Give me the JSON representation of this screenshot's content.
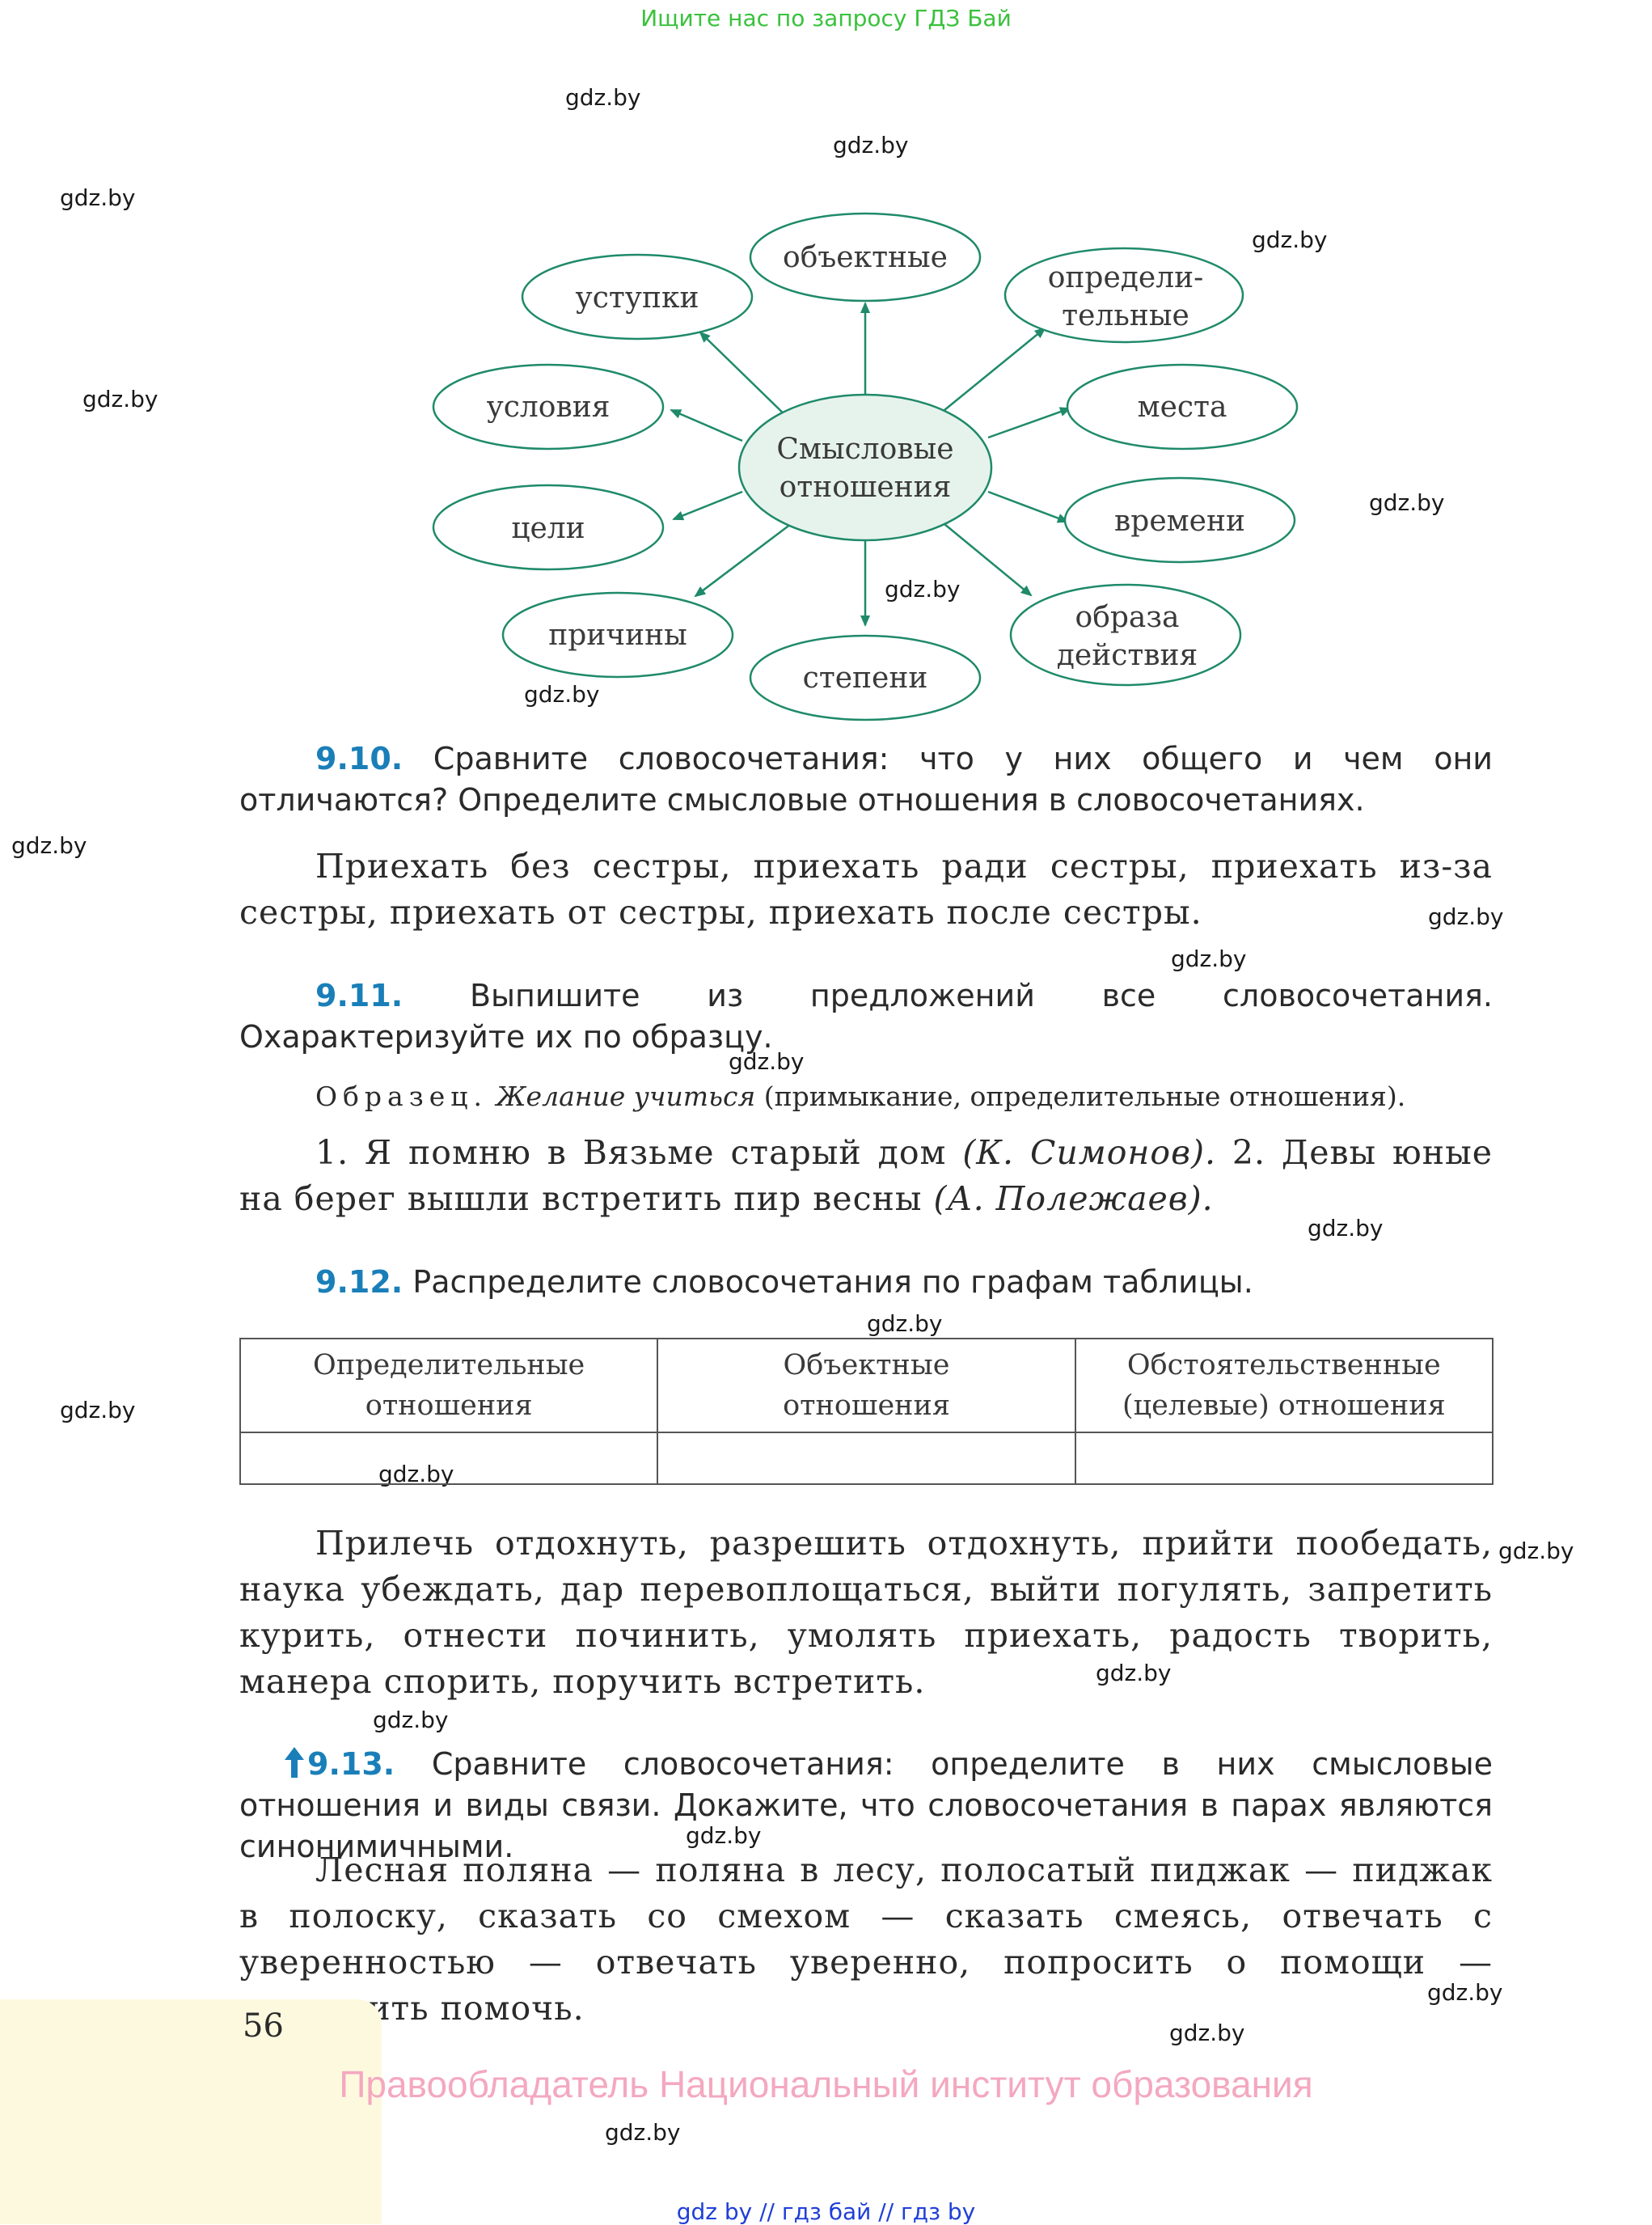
{
  "header": {
    "banner": "Ищите нас по запросу ГДЗ Бай"
  },
  "watermark": "gdz.by",
  "diagram": {
    "center": [
      "Смысловые",
      "отношения"
    ],
    "nodes": [
      {
        "lines": [
          "объектные"
        ]
      },
      {
        "lines": [
          "уступки"
        ]
      },
      {
        "lines": [
          "определи-",
          "тельные"
        ]
      },
      {
        "lines": [
          "условия"
        ]
      },
      {
        "lines": [
          "места"
        ]
      },
      {
        "lines": [
          "цели"
        ]
      },
      {
        "lines": [
          "времени"
        ]
      },
      {
        "lines": [
          "причины"
        ]
      },
      {
        "lines": [
          "степени"
        ]
      },
      {
        "lines": [
          "образа",
          "действия"
        ]
      }
    ],
    "colors": {
      "stroke": "#1f8a6a",
      "center_fill": "#e6f3ec"
    }
  },
  "tasks": {
    "t910": {
      "num": "9.10.",
      "text": "Сравните словосочетания: что у них общего и чем они отличаются? Определите смысловые отношения в словосочетаниях.",
      "body": "Приехать без сестры, приехать ради сестры, приехать из-за сестры, приехать от сестры, приехать после сестры."
    },
    "t911": {
      "num": "9.11.",
      "text": "Выпишите из предложений все словосочетания. Охарактеризуйте их по образцу.",
      "sample_label": "Образец.",
      "sample_phrase": "Желание учиться",
      "sample_note": "(примыкание, определительные отношения).",
      "s1_num": "1.",
      "s1_text": "Я помню в Вязьме старый дом",
      "s1_author": "(К. Симонов).",
      "s2_num": "2.",
      "s2_text": "Девы юные на берег вышли встретить пир весны",
      "s2_author": "(А. Полежаев)."
    },
    "t912": {
      "num": "9.12.",
      "text": "Распределите словосочетания по графам таблицы.",
      "table_headers": [
        [
          "Определительные",
          "отношения"
        ],
        [
          "Объектные",
          "отношения"
        ],
        [
          "Обстоятельственные",
          "(целевые) отношения"
        ]
      ],
      "body": "Прилечь отдохнуть, разрешить отдохнуть, прийти пообедать, наука убеждать, дар перевоплощаться, выйти погулять, запретить курить, отнести починить, умолять приехать, радость творить, манера спорить, поручить встретить."
    },
    "t913": {
      "num": "9.13.",
      "text": "Сравните словосочетания: определите в них смысловые отношения и виды связи. Докажите, что словосочетания в парах являются синонимичными.",
      "body": "Лесная поляна — поляна в лесу, полосатый пиджак — пиджак в полоску, сказать со смехом — сказать смеясь, отвечать с уверенностью — отвечать уверенно, попросить о помощи — попросить помочь."
    }
  },
  "footer": {
    "page_number": "56",
    "rights": "Правообладатель Национальный институт образования",
    "links": "gdz by  //  гдз бай  //  гдз by",
    "colors": {
      "accent": "#1a7fb8",
      "banner": "#39c23c",
      "rights": "#f4a8c0",
      "links": "#1f3fd8",
      "tab": "#fdf9df"
    }
  }
}
